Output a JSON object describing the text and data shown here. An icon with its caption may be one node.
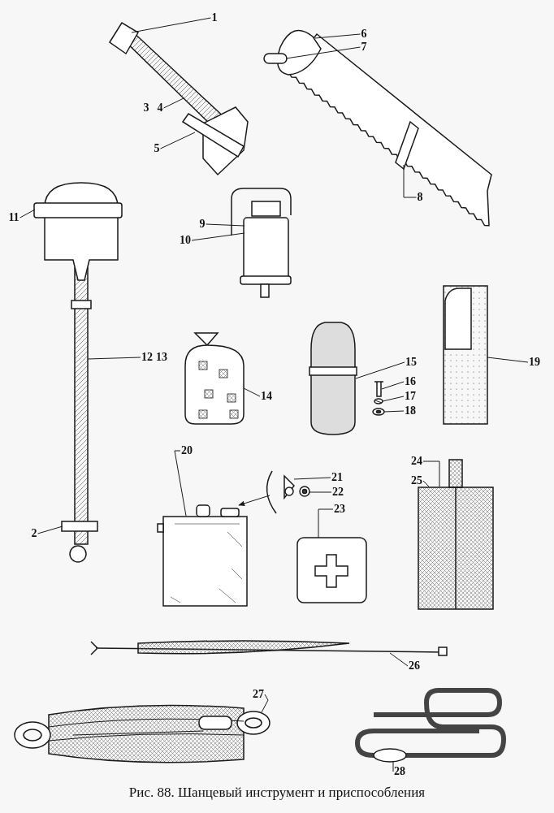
{
  "diagram": {
    "caption": "Рис. 88. Шанцевый инструмент и приспособления",
    "nodes": [
      {
        "text": [
          "1"
        ]
      },
      {
        "text": [
          "6"
        ]
      },
      {
        "text": [
          "7"
        ]
      },
      {
        "text": [
          "4"
        ]
      },
      {
        "text": [
          "5"
        ]
      },
      {
        "text": [
          "8"
        ]
      },
      {
        "text": [
          "11"
        ]
      },
      {
        "text": [
          "9"
        ]
      },
      {
        "text": [
          "10"
        ]
      },
      {
        "text": [
          "12"
        ]
      },
      {
        "text": [
          "15"
        ]
      },
      {
        "text": [
          "19"
        ]
      },
      {
        "text": [
          "16"
        ]
      },
      {
        "text": [
          "14"
        ]
      },
      {
        "text": [
          "17"
        ]
      },
      {
        "text": [
          "18"
        ]
      },
      {
        "text": [
          "20"
        ]
      },
      {
        "text": [
          "21"
        ]
      },
      {
        "text": [
          "24"
        ]
      },
      {
        "text": [
          "22"
        ]
      },
      {
        "text": [
          "23"
        ]
      },
      {
        "text": [
          "25"
        ]
      },
      {
        "text": [
          "2"
        ]
      },
      {
        "text": [
          "26"
        ]
      },
      {
        "text": [
          "27"
        ]
      },
      {
        "text": [
          "28"
        ]
      },
      {
        "text": [],
        "shape": "picture"
      },
      {
        "text": [],
        "shape": "picture"
      },
      {
        "text": [],
        "shape": "picture"
      },
      {
        "text": [],
        "shape": "picture"
      },
      {
        "text": [],
        "shape": "picture"
      },
      {
        "text": [],
        "shape": "picture"
      },
      {
        "text": [],
        "shape": "picture"
      },
      {
        "text": [],
        "shape": "picture"
      },
      {
        "text": [],
        "shape": "picture"
      },
      {
        "text": [],
        "shape": "picture"
      },
      {
        "text": [],
        "shape": "picture"
      },
      {
        "text": [],
        "shape": "picture"
      },
      {
        "text": [],
        "shape": "picture"
      },
      {
        "text": [],
        "shape": "picture"
      },
      {
        "text": [],
        "shape": "picture"
      },
      {
        "text": [],
        "shape": "picture"
      },
      {
        "text": [],
        "shape": "picture"
      },
      {
        "text": [],
        "shape": "picture"
      }
    ],
    "edges": [
      {
        "from": 0,
        "to": 26,
        "arrow": "none"
      },
      {
        "from": 1,
        "to": 27,
        "arrow": "none"
      },
      {
        "from": 2,
        "to": 27,
        "arrow": "none"
      },
      {
        "from": 3,
        "to": 26,
        "arrow": "none"
      },
      {
        "from": 4,
        "to": 26,
        "arrow": "none"
      },
      {
        "from": 5,
        "to": 27,
        "arrow": "none"
      },
      {
        "from": 6,
        "to": 28,
        "arrow": "none"
      },
      {
        "from": 7,
        "to": 29,
        "arrow": "none"
      },
      {
        "from": 8,
        "to": 29,
        "arrow": "none"
      },
      {
        "from": 9,
        "to": 28,
        "arrow": "none"
      },
      {
        "from": 10,
        "to": 31,
        "arrow": "none"
      },
      {
        "from": 11,
        "to": 35,
        "arrow": "none"
      },
      {
        "from": 12,
        "to": 32,
        "arrow": "none"
      },
      {
        "from": 13,
        "to": 30,
        "arrow": "none"
      },
      {
        "from": 14,
        "to": 33,
        "arrow": "none"
      },
      {
        "from": 15,
        "to": 34,
        "arrow": "none"
      },
      {
        "from": 16,
        "to": 36,
        "arrow": "none"
      },
      {
        "from": 17,
        "to": 37,
        "arrow": "none"
      },
      {
        "from": 18,
        "to": 40,
        "arrow": "none"
      },
      {
        "from": 19,
        "to": 38,
        "arrow": "none"
      },
      {
        "from": 20,
        "to": 39,
        "arrow": "none"
      },
      {
        "from": 21,
        "to": 40,
        "arrow": "none"
      },
      {
        "from": 22,
        "to": 28,
        "arrow": "none"
      },
      {
        "from": 23,
        "to": 41,
        "arrow": "none"
      },
      {
        "from": 24,
        "to": 42,
        "arrow": "none"
      },
      {
        "from": 25,
        "to": 43,
        "arrow": "none"
      },
      {
        "from": 37,
        "to": 36,
        "arrow": "to"
      }
    ],
    "labels": [
      "3",
      "13"
    ]
  }
}
